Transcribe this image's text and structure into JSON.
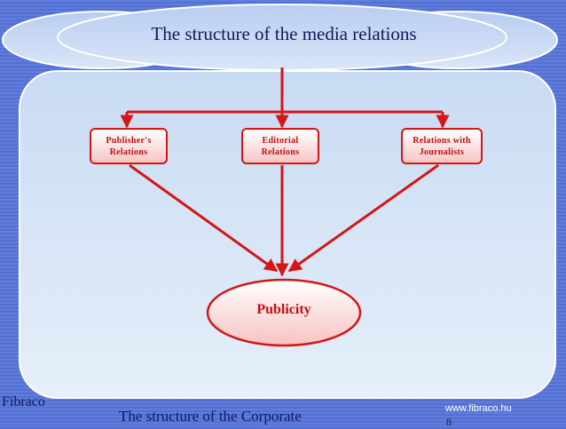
{
  "title": "The structure of the media relations",
  "boxes": {
    "publisher": "Publisher's\nRelations",
    "editorial": "Editorial\nRelations",
    "journalists": "Relations with\nJournalists"
  },
  "center": "Publicity",
  "footer": {
    "left": "Fibraco",
    "center": "The structure of the Corporate",
    "right": "www.fibraco.hu",
    "page": "8"
  },
  "colors": {
    "background": "#5b78d8",
    "panel": "#d2e3f7",
    "accent": "#d41616",
    "text": "#0d1a5c"
  }
}
